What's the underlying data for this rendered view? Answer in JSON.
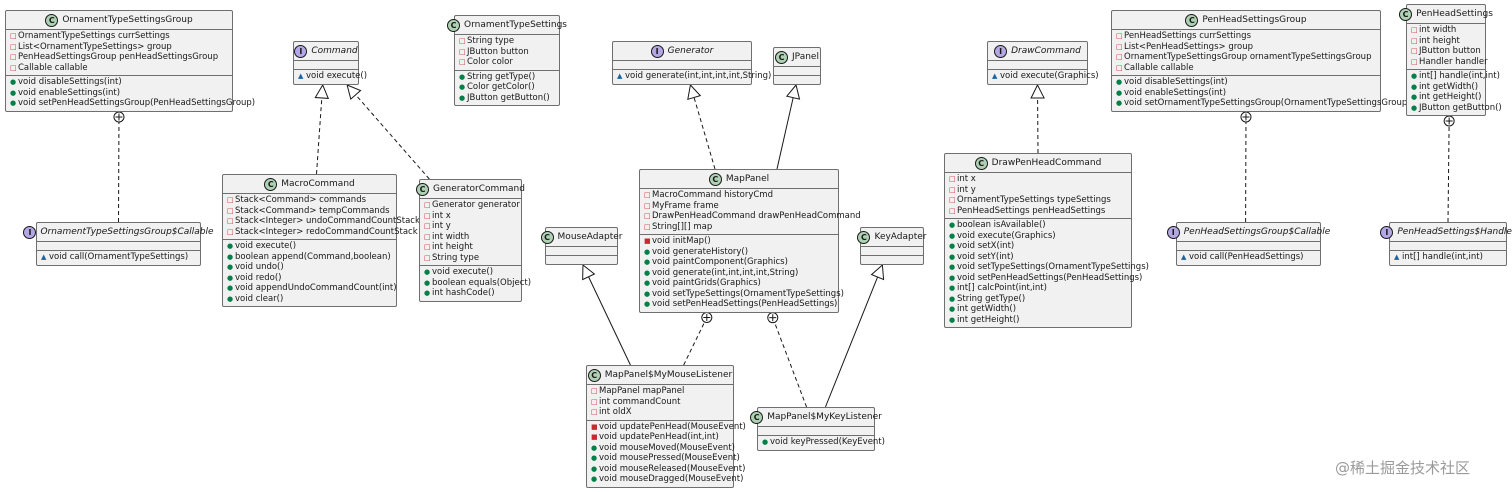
{
  "diagram": {
    "entities": [
      {
        "id": "OrnamentTypeSettingsGroup",
        "kind": "class",
        "name": "OrnamentTypeSettingsGroup",
        "fields": [
          {
            "vis": "private",
            "text": "OrnamentTypeSettings currSettings"
          },
          {
            "vis": "private",
            "text": "List<OrnamentTypeSettings> group"
          },
          {
            "vis": "private",
            "text": "PenHeadSettingsGroup penHeadSettingsGroup"
          },
          {
            "vis": "private",
            "text": "Callable callable"
          }
        ],
        "methods": [
          {
            "vis": "public",
            "text": "void disableSettings(int)"
          },
          {
            "vis": "public",
            "text": "void enableSettings(int)"
          },
          {
            "vis": "public",
            "text": "void setPenHeadSettingsGroup(PenHeadSettingsGroup)"
          }
        ]
      },
      {
        "id": "Command",
        "kind": "interface",
        "name": "Command",
        "fields": [],
        "methods": [
          {
            "vis": "package",
            "text": "void execute()"
          }
        ]
      },
      {
        "id": "OrnamentTypeSettings",
        "kind": "class",
        "name": "OrnamentTypeSettings",
        "fields": [
          {
            "vis": "private",
            "text": "String type"
          },
          {
            "vis": "private",
            "text": "JButton button"
          },
          {
            "vis": "private",
            "text": "Color color"
          }
        ],
        "methods": [
          {
            "vis": "public",
            "text": "String getType()"
          },
          {
            "vis": "public",
            "text": "Color getColor()"
          },
          {
            "vis": "public",
            "text": "JButton getButton()"
          }
        ]
      },
      {
        "id": "Generator",
        "kind": "interface",
        "name": "Generator",
        "fields": [],
        "methods": [
          {
            "vis": "package",
            "text": "void generate(int,int,int,int,String)"
          }
        ]
      },
      {
        "id": "JPanel",
        "kind": "class",
        "name": "JPanel",
        "fields": [],
        "methods": []
      },
      {
        "id": "DrawCommand",
        "kind": "interface",
        "name": "DrawCommand",
        "fields": [],
        "methods": [
          {
            "vis": "package",
            "text": "void execute(Graphics)"
          }
        ]
      },
      {
        "id": "PenHeadSettingsGroup",
        "kind": "class",
        "name": "PenHeadSettingsGroup",
        "fields": [
          {
            "vis": "private",
            "text": "PenHeadSettings currSettings"
          },
          {
            "vis": "private",
            "text": "List<PenHeadSettings> group"
          },
          {
            "vis": "private",
            "text": "OrnamentTypeSettingsGroup ornamentTypeSettingsGroup"
          },
          {
            "vis": "private",
            "text": "Callable callable"
          }
        ],
        "methods": [
          {
            "vis": "public",
            "text": "void disableSettings(int)"
          },
          {
            "vis": "public",
            "text": "void enableSettings(int)"
          },
          {
            "vis": "public",
            "text": "void setOrnamentTypeSettingsGroup(OrnamentTypeSettingsGroup)"
          }
        ]
      },
      {
        "id": "PenHeadSettings",
        "kind": "class",
        "name": "PenHeadSettings",
        "fields": [
          {
            "vis": "private",
            "text": "int width"
          },
          {
            "vis": "private",
            "text": "int height"
          },
          {
            "vis": "private",
            "text": "JButton button"
          },
          {
            "vis": "private",
            "text": "Handler handler"
          }
        ],
        "methods": [
          {
            "vis": "public",
            "text": "int[] handle(int,int)"
          },
          {
            "vis": "public",
            "text": "int getWidth()"
          },
          {
            "vis": "public",
            "text": "int getHeight()"
          },
          {
            "vis": "public",
            "text": "JButton getButton()"
          }
        ]
      },
      {
        "id": "MacroCommand",
        "kind": "class",
        "name": "MacroCommand",
        "fields": [
          {
            "vis": "private",
            "text": "Stack<Command> commands"
          },
          {
            "vis": "private",
            "text": "Stack<Command> tempCommands"
          },
          {
            "vis": "private",
            "text": "Stack<Integer> undoCommandCountStack"
          },
          {
            "vis": "private",
            "text": "Stack<Integer> redoCommandCountStack"
          }
        ],
        "methods": [
          {
            "vis": "public",
            "text": "void execute()"
          },
          {
            "vis": "public",
            "text": "boolean append(Command,boolean)"
          },
          {
            "vis": "public",
            "text": "void undo()"
          },
          {
            "vis": "public",
            "text": "void redo()"
          },
          {
            "vis": "public",
            "text": "void appendUndoCommandCount(int)"
          },
          {
            "vis": "public",
            "text": "void clear()"
          }
        ]
      },
      {
        "id": "GeneratorCommand",
        "kind": "class",
        "name": "GeneratorCommand",
        "fields": [
          {
            "vis": "private",
            "text": "Generator generator"
          },
          {
            "vis": "private",
            "text": "int x"
          },
          {
            "vis": "private",
            "text": "int y"
          },
          {
            "vis": "private",
            "text": "int width"
          },
          {
            "vis": "private",
            "text": "int height"
          },
          {
            "vis": "private",
            "text": "String type"
          }
        ],
        "methods": [
          {
            "vis": "public",
            "text": "void execute()"
          },
          {
            "vis": "public",
            "text": "boolean equals(Object)"
          },
          {
            "vis": "public",
            "text": "int hashCode()"
          }
        ]
      },
      {
        "id": "MapPanel",
        "kind": "class",
        "name": "MapPanel",
        "fields": [
          {
            "vis": "private",
            "text": "MacroCommand historyCmd"
          },
          {
            "vis": "private",
            "text": "MyFrame frame"
          },
          {
            "vis": "private",
            "text": "DrawPenHeadCommand drawPenHeadCommand"
          },
          {
            "vis": "private",
            "text": "String[][] map"
          }
        ],
        "methods": [
          {
            "vis": "private",
            "text": "void initMap()"
          },
          {
            "vis": "public",
            "text": "void generateHistory()"
          },
          {
            "vis": "public",
            "text": "void paintComponent(Graphics)"
          },
          {
            "vis": "public",
            "text": "void generate(int,int,int,int,String)"
          },
          {
            "vis": "public",
            "text": "void paintGrids(Graphics)"
          },
          {
            "vis": "public",
            "text": "void setTypeSettings(OrnamentTypeSettings)"
          },
          {
            "vis": "public",
            "text": "void setPenHeadSettings(PenHeadSettings)"
          }
        ]
      },
      {
        "id": "DrawPenHeadCommand",
        "kind": "class",
        "name": "DrawPenHeadCommand",
        "fields": [
          {
            "vis": "private",
            "text": "int x"
          },
          {
            "vis": "private",
            "text": "int y"
          },
          {
            "vis": "private",
            "text": "OrnamentTypeSettings typeSettings"
          },
          {
            "vis": "private",
            "text": "PenHeadSettings penHeadSettings"
          }
        ],
        "methods": [
          {
            "vis": "public",
            "text": "boolean isAvailable()"
          },
          {
            "vis": "public",
            "text": "void execute(Graphics)"
          },
          {
            "vis": "public",
            "text": "void setX(int)"
          },
          {
            "vis": "public",
            "text": "void setY(int)"
          },
          {
            "vis": "public",
            "text": "void setTypeSettings(OrnamentTypeSettings)"
          },
          {
            "vis": "public",
            "text": "void setPenHeadSettings(PenHeadSettings)"
          },
          {
            "vis": "public",
            "text": "int[] calcPoint(int,int)"
          },
          {
            "vis": "public",
            "text": "String getType()"
          },
          {
            "vis": "public",
            "text": "int getWidth()"
          },
          {
            "vis": "public",
            "text": "int getHeight()"
          }
        ]
      },
      {
        "id": "OrnamentCallable",
        "kind": "interface",
        "name": "OrnamentTypeSettingsGroup$Callable",
        "fields": [],
        "methods": [
          {
            "vis": "package",
            "text": "void call(OrnamentTypeSettings)"
          }
        ]
      },
      {
        "id": "MouseAdapter",
        "kind": "class",
        "name": "MouseAdapter",
        "fields": [],
        "methods": []
      },
      {
        "id": "KeyAdapter",
        "kind": "class",
        "name": "KeyAdapter",
        "fields": [],
        "methods": []
      },
      {
        "id": "PenCallable",
        "kind": "interface",
        "name": "PenHeadSettingsGroup$Callable",
        "fields": [],
        "methods": [
          {
            "vis": "package",
            "text": "void call(PenHeadSettings)"
          }
        ]
      },
      {
        "id": "Handler",
        "kind": "interface",
        "name": "PenHeadSettings$Handler",
        "fields": [],
        "methods": [
          {
            "vis": "package",
            "text": "int[] handle(int,int)"
          }
        ]
      },
      {
        "id": "MyMouseListener",
        "kind": "class",
        "name": "MapPanel$MyMouseListener",
        "fields": [
          {
            "vis": "private",
            "text": "MapPanel mapPanel"
          },
          {
            "vis": "private",
            "text": "int commandCount"
          },
          {
            "vis": "private",
            "text": "int oldX"
          }
        ],
        "methods": [
          {
            "vis": "private",
            "text": "void updatePenHead(MouseEvent)"
          },
          {
            "vis": "private",
            "text": "void updatePenHead(int,int)"
          },
          {
            "vis": "public",
            "text": "void mouseMoved(MouseEvent)"
          },
          {
            "vis": "public",
            "text": "void mousePressed(MouseEvent)"
          },
          {
            "vis": "public",
            "text": "void mouseReleased(MouseEvent)"
          },
          {
            "vis": "public",
            "text": "void mouseDragged(MouseEvent)"
          }
        ]
      },
      {
        "id": "MyKeyListener",
        "kind": "class",
        "name": "MapPanel$MyKeyListener",
        "fields": [],
        "methods": [
          {
            "vis": "public",
            "text": "void keyPressed(KeyEvent)"
          }
        ]
      }
    ],
    "relations": [
      {
        "from": "MacroCommand",
        "to": "Command",
        "type": "implements"
      },
      {
        "from": "GeneratorCommand",
        "to": "Command",
        "type": "implements"
      },
      {
        "from": "MapPanel",
        "to": "Generator",
        "type": "implements"
      },
      {
        "from": "MapPanel",
        "to": "JPanel",
        "type": "extends"
      },
      {
        "from": "DrawPenHeadCommand",
        "to": "DrawCommand",
        "type": "implements"
      },
      {
        "from": "MyMouseListener",
        "to": "MouseAdapter",
        "type": "extends"
      },
      {
        "from": "MyKeyListener",
        "to": "KeyAdapter",
        "type": "extends"
      },
      {
        "from": "OrnamentCallable",
        "to": "OrnamentTypeSettingsGroup",
        "type": "nested"
      },
      {
        "from": "PenCallable",
        "to": "PenHeadSettingsGroup",
        "type": "nested"
      },
      {
        "from": "Handler",
        "to": "PenHeadSettings",
        "type": "nested"
      },
      {
        "from": "MyMouseListener",
        "to": "MapPanel",
        "type": "nested"
      },
      {
        "from": "MyKeyListener",
        "to": "MapPanel",
        "type": "nested"
      }
    ]
  },
  "watermark": "@稀土掘金技术社区"
}
